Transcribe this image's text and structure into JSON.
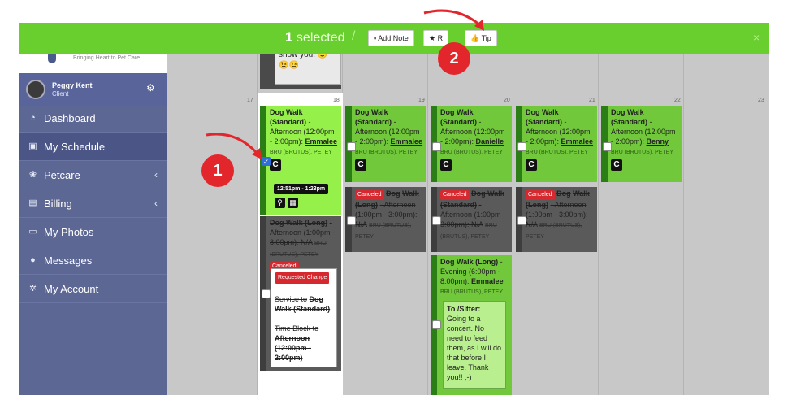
{
  "sidebar": {
    "tagline": "Bringing Heart to Pet Care",
    "user": {
      "name": "Peggy Kent",
      "role": "Client"
    },
    "items": [
      {
        "label": "Dashboard",
        "icon": "dashboard-icon"
      },
      {
        "label": "My Schedule",
        "icon": "calendar-icon",
        "active": true
      },
      {
        "label": "Petcare",
        "icon": "paw-icon",
        "expandable": true
      },
      {
        "label": "Billing",
        "icon": "document-icon",
        "expandable": true
      },
      {
        "label": "My Photos",
        "icon": "photo-icon"
      },
      {
        "label": "Messages",
        "icon": "chat-icon"
      },
      {
        "label": "My Account",
        "icon": "gears-icon"
      }
    ]
  },
  "toolbar": {
    "count": "1",
    "selected_label": "selected",
    "separator": "/",
    "add_note": "Add Note",
    "rate": "R",
    "tip": "Tip",
    "close": "×"
  },
  "calendar": {
    "day_numbers": [
      "17",
      "18",
      "19",
      "20",
      "21",
      "22",
      "23"
    ],
    "top_note": "doggie daycare yearbook to show you! 😉😉😉",
    "cards": {
      "d18_main": {
        "title": "Dog Walk (Standard)",
        "time": "- Afternoon (12:00pm - 2:00pm):",
        "sitter": "Emmalee",
        "pets": "BRU (BRUTUS), PETEY",
        "timepop": "12:51pm - 1:23pm"
      },
      "d18_canceled": {
        "title": "Dog Walk (Long)",
        "time": "- Afternoon (1:00pm - 3:00pm): N/A",
        "pets": "BRU (BRUTUS), PETEY",
        "canceled": "Canceled",
        "requested": "Requested Change",
        "change1a": "Service to",
        "change1b": "Dog Walk (Standard)",
        "change2a": "Time Block to",
        "change2b": "Afternoon (12:00pm - 2:00pm)"
      },
      "d19": {
        "title": "Dog Walk (Standard)",
        "time": "- Afternoon (12:00pm - 2:00pm):",
        "sitter": "Emmalee",
        "pets": "BRU (BRUTUS), PETEY"
      },
      "d20": {
        "title": "Dog Walk (Standard)",
        "time": "- Afternoon (12:00pm - 2:00pm):",
        "sitter": "Danielle",
        "pets": "BRU (BRUTUS), PETEY"
      },
      "d21": {
        "title": "Dog Walk (Standard)",
        "time": "- Afternoon (12:00pm - 2:00pm):",
        "sitter": "Emmalee",
        "pets": "BRU (BRUTUS), PETEY"
      },
      "d22": {
        "title": "Dog Walk (Standard)",
        "time": "- Afternoon (12:00pm - 2:00pm):",
        "sitter": "Benny",
        "pets": "BRU (BRUTUS), PETEY"
      },
      "canceled_long": {
        "canceled": "Canceled",
        "title_a": "Dog",
        "title_b": "Walk (Long)",
        "time": "- Afternoon (1:00pm - 3:00pm): N/A",
        "pets": "BRU (BRUTUS), PETEY"
      },
      "canceled_std": {
        "canceled": "Canceled",
        "title": "Dog Walk (Standard)",
        "time": "- Afternoon (1:00pm - 3:00pm): N/A",
        "pets": "BRU (BRUTUS), PETEY"
      },
      "d20_evening": {
        "title": "Dog Walk (Long)",
        "time": "- Evening (6:00pm - 8:00pm):",
        "sitter": "Emmalee",
        "pets": "BRU (BRUTUS), PETEY",
        "note_heading": "To /Sitter:",
        "note": "Going to a concert. No need to feed them, as I will do that before I leave. Thank you!! ;-)"
      }
    }
  },
  "callouts": {
    "one": "1",
    "two": "2"
  },
  "colors": {
    "accent": "#69cf2e",
    "sidebar": "#5c6794",
    "danger": "#d6282f",
    "selected_card": "#95f04a"
  }
}
